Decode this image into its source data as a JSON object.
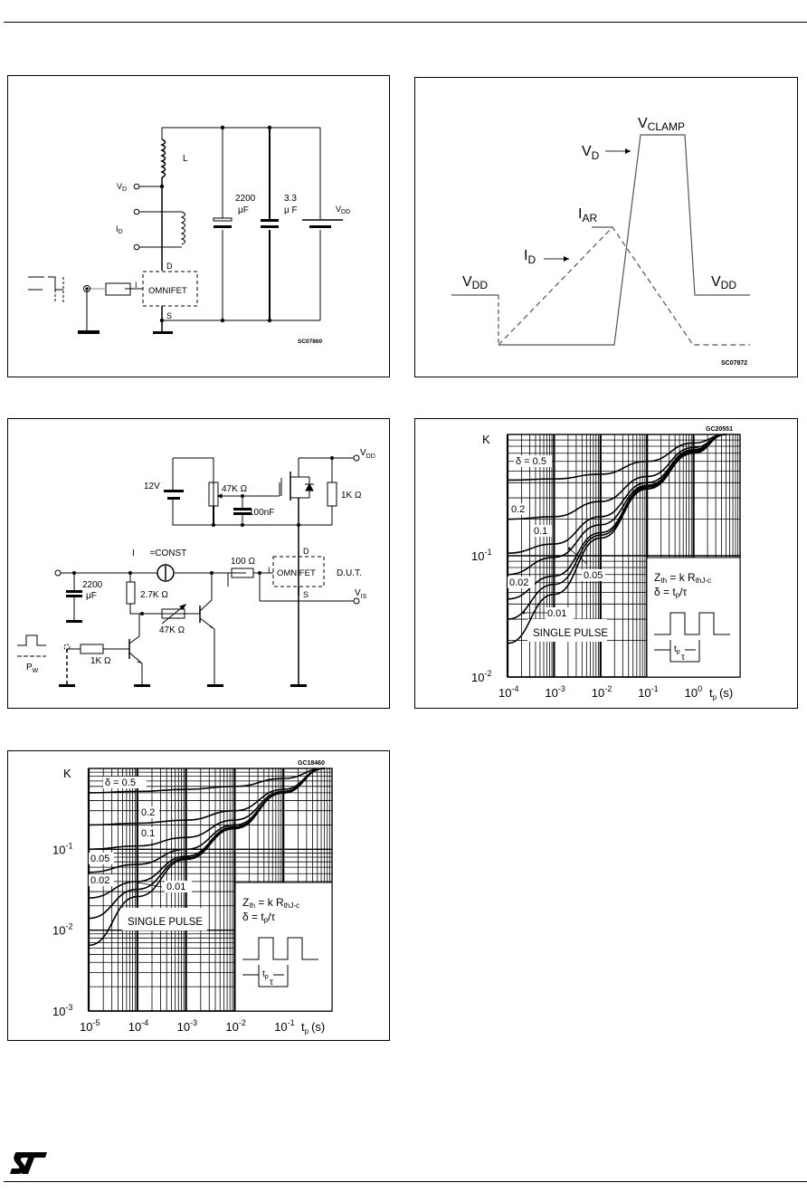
{
  "fig1": {
    "code": "SC07860",
    "labels": {
      "L": "L",
      "VD": "V",
      "VD_sub": "D",
      "ID": "I",
      "ID_sub": "D",
      "D": "D",
      "S": "S",
      "I": "I",
      "device": "OMNIFET",
      "cap1_value": "2200",
      "cap1_unit": "μF",
      "cap2_value": "3.3",
      "cap2_unit": "μ F",
      "VDD": "V",
      "VDD_sub": "DD"
    }
  },
  "fig2": {
    "code": "SC07872",
    "labels": {
      "VCLAMP": "V",
      "VCLAMP_sub": "CLAMP",
      "VD": "V",
      "VD_sub": "D",
      "IAR": "I",
      "IAR_sub": "AR",
      "ID": "I",
      "ID_sub": "D",
      "VDD_left": "V",
      "VDD_left_sub": "DD",
      "VDD_right": "V",
      "VDD_right_sub": "DD"
    }
  },
  "fig3": {
    "labels": {
      "VDD": "V",
      "VDD_sub": "DD",
      "battery": "12V",
      "pot": "47K Ω",
      "cap_gate": "100nF",
      "r_gate": "1K Ω",
      "const": "I      =CONST",
      "r_in": "100 Ω",
      "I": "I",
      "device": "OMNIFET",
      "dut": "D.U.T.",
      "D": "D",
      "S": "S",
      "VIS": "V",
      "VIS_sub": "IS",
      "cap_in_value": "2200",
      "cap_in_unit": "μF",
      "r_bias": "2.7K Ω",
      "r_var": "47K Ω",
      "r_base": "1K Ω",
      "pw": "P",
      "pw_sub": "W"
    }
  },
  "chart_data": [
    {
      "type": "line",
      "code": "GC20551",
      "xscale": "log",
      "yscale": "log",
      "xlim": [
        0.0001,
        10
      ],
      "ylim": [
        0.01,
        1
      ],
      "ylabel": "K",
      "xlabel": "t",
      "xlabel_sub": "p",
      "xlabel_unit": "(s)",
      "xticks": [
        {
          "base": "10",
          "exp": "-4"
        },
        {
          "base": "10",
          "exp": "-3"
        },
        {
          "base": "10",
          "exp": "-2"
        },
        {
          "base": "10",
          "exp": "-1"
        },
        {
          "base": "10",
          "exp": "0"
        }
      ],
      "yticks": [
        {
          "base": "10",
          "exp": "-2"
        },
        {
          "base": "10",
          "exp": "-1"
        }
      ],
      "grid": true,
      "series": [
        {
          "name": "δ = 0.5",
          "x": [
            0.0001,
            0.001,
            0.01,
            0.1,
            1,
            5
          ],
          "y": [
            0.42,
            0.43,
            0.47,
            0.6,
            0.85,
            1.0
          ]
        },
        {
          "name": "0.2",
          "x": [
            0.0001,
            0.001,
            0.01,
            0.1,
            1,
            5
          ],
          "y": [
            0.2,
            0.21,
            0.28,
            0.45,
            0.78,
            1.0
          ]
        },
        {
          "name": "0.1",
          "x": [
            0.0001,
            0.001,
            0.01,
            0.1,
            1,
            5
          ],
          "y": [
            0.105,
            0.125,
            0.21,
            0.4,
            0.75,
            1.0
          ]
        },
        {
          "name": "0.05",
          "x": [
            0.0001,
            0.001,
            0.01,
            0.1,
            1,
            5
          ],
          "y": [
            0.07,
            0.097,
            0.18,
            0.38,
            0.73,
            1.0
          ]
        },
        {
          "name": "0.02",
          "x": [
            0.0001,
            0.001,
            0.01,
            0.1,
            1,
            5
          ],
          "y": [
            0.044,
            0.068,
            0.155,
            0.37,
            0.72,
            1.0
          ]
        },
        {
          "name": "0.01",
          "x": [
            0.0001,
            0.001,
            0.01,
            0.1,
            1,
            5
          ],
          "y": [
            0.03,
            0.058,
            0.148,
            0.36,
            0.71,
            1.0
          ]
        },
        {
          "name": "SINGLE PULSE",
          "x": [
            0.0001,
            0.001,
            0.01,
            0.1,
            1,
            5
          ],
          "y": [
            0.019,
            0.048,
            0.14,
            0.355,
            0.7,
            1.0
          ]
        }
      ],
      "legend_formula": {
        "line1_a": "Z",
        "line1_sub": "th",
        "line1_b": " = k R",
        "line1_sub2": "thJ-c",
        "line2": "δ = t",
        "line2_sub": "p",
        "line2_b": "/τ",
        "tp": "t",
        "tp_sub": "p",
        "tau": "τ"
      },
      "annotations": {
        "single_pulse": "SINGLE PULSE"
      }
    },
    {
      "type": "line",
      "code": "GC18460",
      "xscale": "log",
      "yscale": "log",
      "xlim": [
        1e-05,
        1
      ],
      "ylim": [
        0.001,
        1
      ],
      "ylabel": "K",
      "xlabel": "t",
      "xlabel_sub": "p",
      "xlabel_unit": "(s)",
      "xticks": [
        {
          "base": "10",
          "exp": "-5"
        },
        {
          "base": "10",
          "exp": "-4"
        },
        {
          "base": "10",
          "exp": "-3"
        },
        {
          "base": "10",
          "exp": "-2"
        },
        {
          "base": "10",
          "exp": "-1"
        }
      ],
      "yticks": [
        {
          "base": "10",
          "exp": "-3"
        },
        {
          "base": "10",
          "exp": "-2"
        },
        {
          "base": "10",
          "exp": "-1"
        }
      ],
      "grid": true,
      "series": [
        {
          "name": "δ = 0.5",
          "x": [
            1e-05,
            0.0001,
            0.001,
            0.01,
            0.1,
            0.7
          ],
          "y": [
            0.5,
            0.52,
            0.55,
            0.6,
            0.75,
            1.0
          ]
        },
        {
          "name": "0.2",
          "x": [
            1e-05,
            0.0001,
            0.001,
            0.01,
            0.1,
            0.7
          ],
          "y": [
            0.2,
            0.21,
            0.23,
            0.3,
            0.55,
            1.0
          ]
        },
        {
          "name": "0.1",
          "x": [
            1e-05,
            0.0001,
            0.001,
            0.01,
            0.1,
            0.7
          ],
          "y": [
            0.1,
            0.11,
            0.14,
            0.23,
            0.52,
            1.0
          ]
        },
        {
          "name": "0.05",
          "x": [
            1e-05,
            0.0001,
            0.001,
            0.01,
            0.1,
            0.7
          ],
          "y": [
            0.052,
            0.065,
            0.1,
            0.2,
            0.5,
            1.0
          ]
        },
        {
          "name": "0.02",
          "x": [
            1e-05,
            0.0001,
            0.001,
            0.01,
            0.1,
            0.7
          ],
          "y": [
            0.025,
            0.04,
            0.082,
            0.19,
            0.5,
            1.0
          ]
        },
        {
          "name": "0.01",
          "x": [
            1e-05,
            0.0001,
            0.001,
            0.01,
            0.1,
            0.7
          ],
          "y": [
            0.014,
            0.032,
            0.078,
            0.185,
            0.5,
            1.0
          ]
        },
        {
          "name": "SINGLE PULSE",
          "x": [
            1e-05,
            0.0001,
            0.001,
            0.01,
            0.1,
            0.7
          ],
          "y": [
            0.0065,
            0.026,
            0.075,
            0.18,
            0.5,
            1.0
          ]
        }
      ],
      "legend_formula": {
        "line1_a": "Z",
        "line1_sub": "th",
        "line1_b": " = k R",
        "line1_sub2": "thJ-c",
        "line2": "δ = t",
        "line2_sub": "p",
        "line2_b": "/τ",
        "tp": "t",
        "tp_sub": "p",
        "tau": "τ"
      },
      "annotations": {
        "single_pulse": "SINGLE PULSE"
      }
    }
  ],
  "footer": {
    "logo_text": "ST"
  }
}
